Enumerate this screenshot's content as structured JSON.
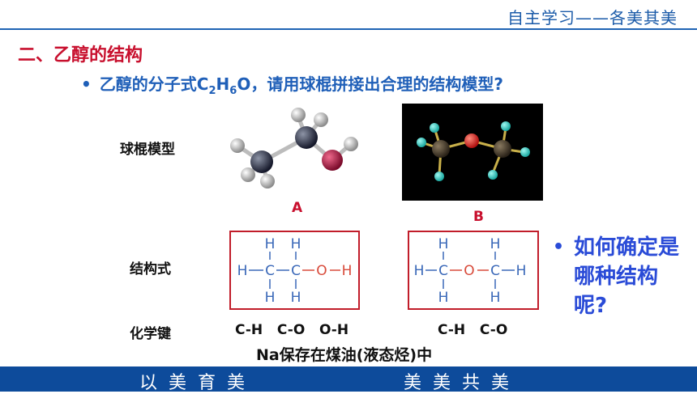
{
  "header": {
    "title": "自主学习——各美其美"
  },
  "section": {
    "title": "二、乙醇的结构"
  },
  "question": {
    "prefix": "乙醇的分子式C",
    "sub1": "2",
    "mid1": "H",
    "sub2": "6",
    "suffix": "O，请用球棍拼接出合理的结构模型?"
  },
  "rows": {
    "ball_stick_label": "球棍模型",
    "structure_label": "结构式",
    "bond_label": "化学键"
  },
  "models": {
    "a_tag": "A",
    "b_tag": "B"
  },
  "formula_a": {
    "h": "H",
    "c": "C",
    "o": "O"
  },
  "formula_b": {
    "h": "H",
    "c": "C",
    "o": "O"
  },
  "bonds": {
    "a": "C-H   C-O   O-H",
    "b": "C-H   C-O"
  },
  "side_question": {
    "text": "如何确定是哪种结构呢?"
  },
  "note": {
    "text": "Na保存在煤油(液态烃)中"
  },
  "footer": {
    "left": "以美育美",
    "right": "美美共美"
  },
  "colors": {
    "accent_blue": "#1f5fb8",
    "accent_red": "#c8102e",
    "footer_bg": "#0d4b9b"
  }
}
